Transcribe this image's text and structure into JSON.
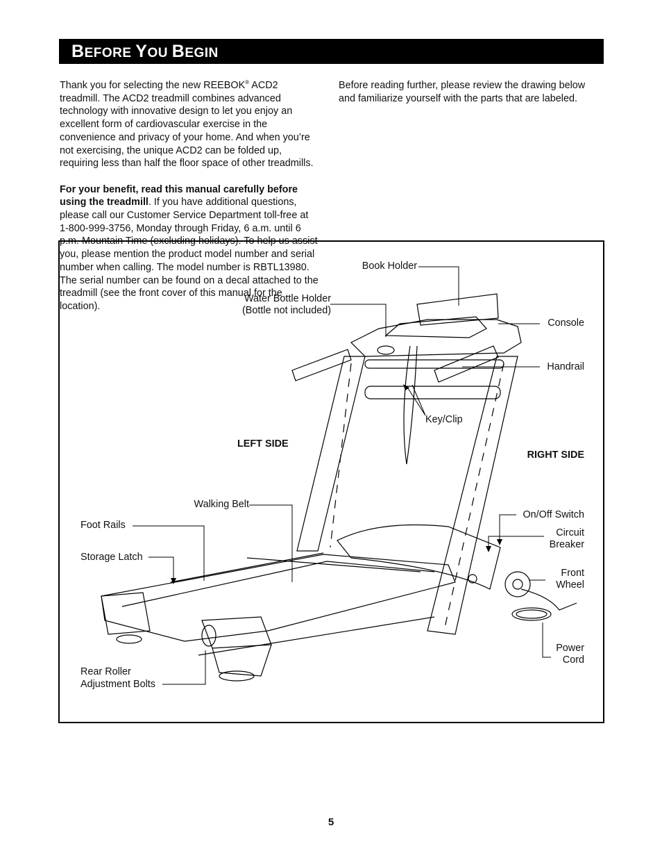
{
  "header": {
    "title_cap1": "B",
    "title_rest1": "EFORE ",
    "title_cap2": "Y",
    "title_rest2": "OU ",
    "title_cap3": "B",
    "title_rest3": "EGIN"
  },
  "intro": {
    "p1_a": "Thank you for selecting the new REEBOK",
    "p1_reg": "®",
    "p1_b": " ACD2 treadmill. The ACD2 treadmill combines advanced technology with innovative design to let you enjoy an excellent form of cardiovascular exercise in the convenience and privacy of your home. And when you’re not exercising, the unique ACD2 can be folded up, requiring less than half the floor space of other treadmills.",
    "p2_bold": "For your benefit, read this manual carefully before using the treadmill",
    "p2_rest": ". If you have additional questions, please call our Customer Service Department toll-free at 1-800-999-3756, Monday through Friday, 6 a.m. until 6 p.m. Mountain Time (excluding holidays). To help us assist you, please mention the product model number and serial number when calling. The model number is RBTL13980. The serial number can be found on a decal attached to the treadmill (see the front cover of this manual for the location).",
    "p3": "Before reading further, please review the drawing below and familiarize yourself with the parts that are labeled."
  },
  "diagram": {
    "labels": {
      "book_holder": "Book Holder",
      "water_bottle_1": "Water Bottle Holder",
      "water_bottle_2": "(Bottle not included)",
      "console": "Console",
      "handrail": "Handrail",
      "key_clip": "Key/Clip",
      "left_side": "LEFT SIDE",
      "right_side": "RIGHT SIDE",
      "walking_belt": "Walking Belt",
      "foot_rails": "Foot Rails",
      "on_off_switch": "On/Off Switch",
      "circuit_1": "Circuit",
      "circuit_2": "Breaker",
      "storage_latch": "Storage Latch",
      "front_1": "Front",
      "front_2": "Wheel",
      "power_1": "Power",
      "power_2": "Cord",
      "rear_1": "Rear Roller",
      "rear_2": "Adjustment Bolts"
    }
  },
  "footer": {
    "page_number": "5"
  }
}
